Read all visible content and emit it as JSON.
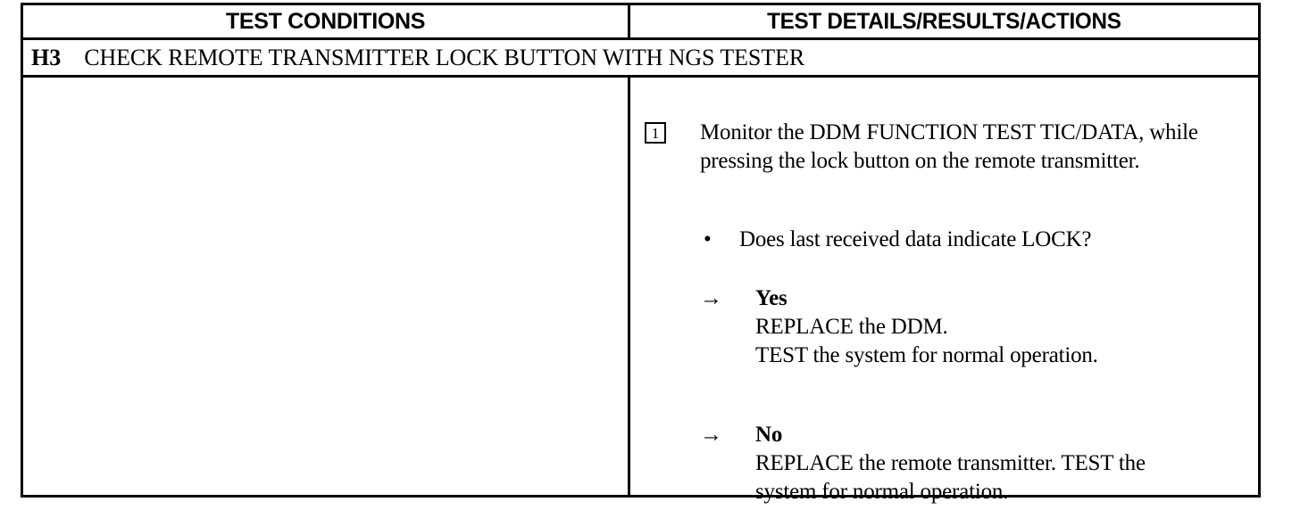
{
  "table": {
    "columns": [
      {
        "id": "test-conditions",
        "label": "TEST CONDITIONS"
      },
      {
        "id": "test-details",
        "label": "TEST DETAILS/RESULTS/ACTIONS"
      }
    ],
    "section": {
      "code": "H3",
      "title": "CHECK REMOTE TRANSMITTER LOCK BUTTON WITH NGS TESTER"
    },
    "left_column": {
      "content": ""
    },
    "right_column": {
      "steps": [
        {
          "number": "1",
          "text": "Monitor the DDM FUNCTION TEST TIC/DATA, while pressing the lock button on the remote transmitter."
        }
      ],
      "question": {
        "bullet": "•",
        "text": "Does last received data indicate LOCK?"
      },
      "branches": [
        {
          "arrow": "→",
          "answer": "Yes",
          "lines": [
            "REPLACE the DDM.",
            "TEST the system for normal operation."
          ]
        },
        {
          "arrow": "→",
          "answer": "No",
          "lines": [
            "REPLACE the remote transmitter. TEST the",
            "system for normal operation."
          ]
        }
      ]
    }
  },
  "colors": {
    "ink": "#000000",
    "paper": "#ffffff"
  }
}
